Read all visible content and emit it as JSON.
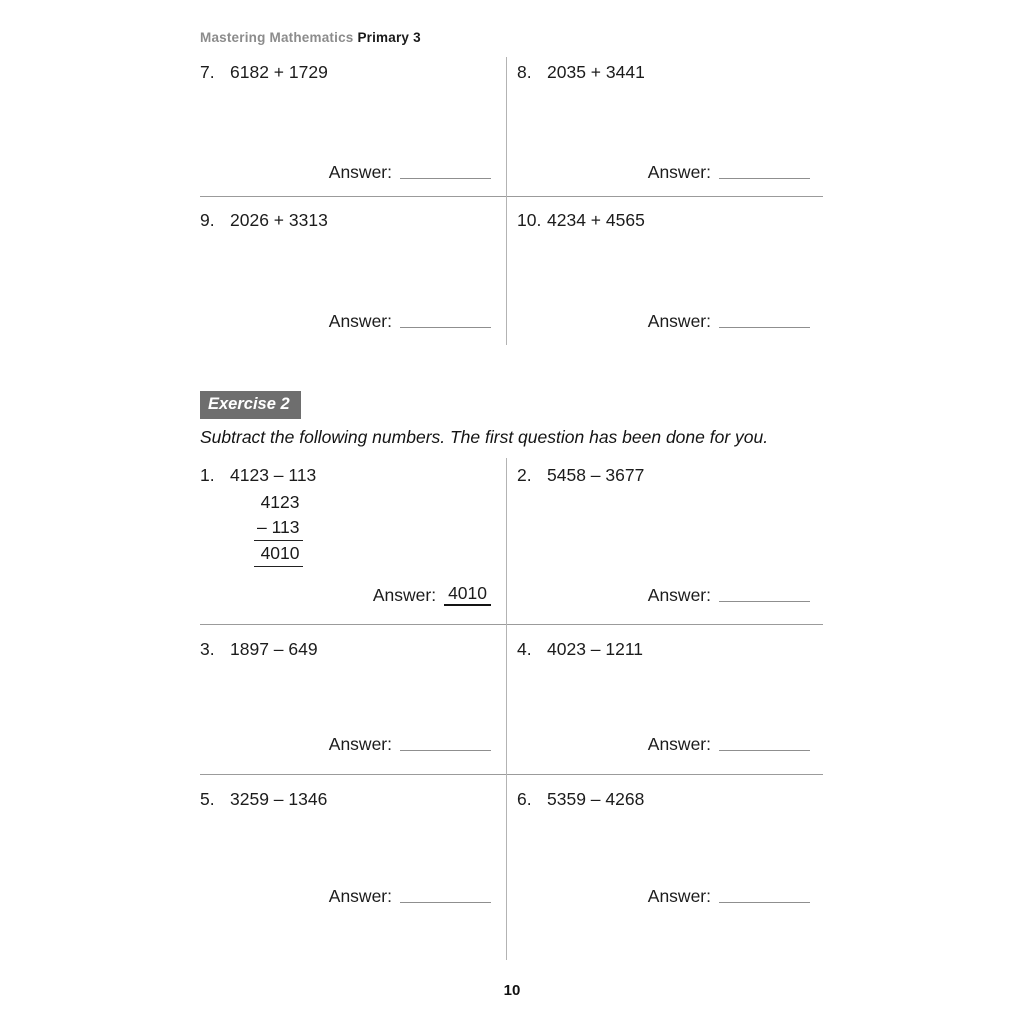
{
  "header": {
    "series": "Mastering Mathematics",
    "level": "Primary 3"
  },
  "labels": {
    "answer": "Answer:"
  },
  "exercise1": {
    "questions": [
      {
        "number": "7.",
        "expression": "6182 + 1729"
      },
      {
        "number": "8.",
        "expression": "2035 + 3441"
      },
      {
        "number": "9.",
        "expression": "2026 + 3313"
      },
      {
        "number": "10.",
        "expression": "4234 + 4565"
      }
    ]
  },
  "exercise2": {
    "title": "Exercise 2",
    "instruction": "Subtract the following numbers. The first question has been done for you.",
    "questions": [
      {
        "number": "1.",
        "expression": "4123 – 113",
        "working": {
          "minuend": "4123",
          "subtrahend": "– 113",
          "result": "4010"
        },
        "answer_value": "4010"
      },
      {
        "number": "2.",
        "expression": "5458 – 3677"
      },
      {
        "number": "3.",
        "expression": "1897 – 649"
      },
      {
        "number": "4.",
        "expression": "4023 – 1211"
      },
      {
        "number": "5.",
        "expression": "3259 – 1346"
      },
      {
        "number": "6.",
        "expression": "5359 – 4268"
      }
    ]
  },
  "footer": {
    "page_number": "10"
  },
  "colors": {
    "exercise_box_bg": "#6e6e6e",
    "header_gray": "#8c8c8c",
    "rule_gray": "#9b9b9b",
    "divider_gray": "#b3b3b3"
  }
}
